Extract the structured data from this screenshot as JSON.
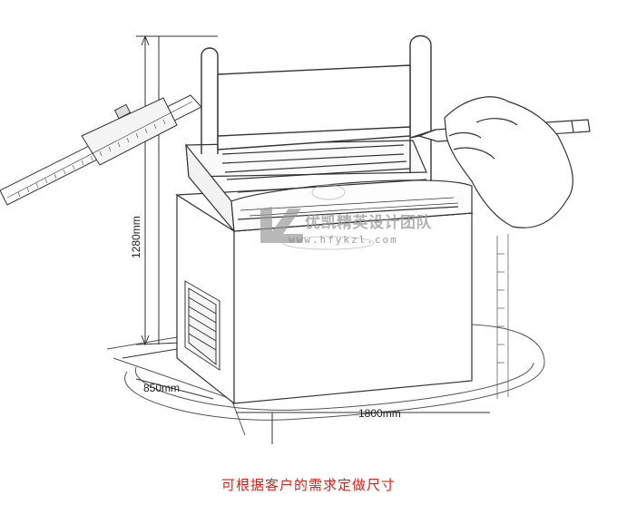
{
  "dimensions": {
    "height_label": "1280mm",
    "depth_label": "850mm",
    "width_label": "1800mm"
  },
  "watermark": {
    "name": "优凯精英设计团队",
    "url": "www.hfykzl.com"
  },
  "caption": "可根据客户的需求定做尺寸",
  "colors": {
    "caption": "#e0201a",
    "line": "#333333"
  }
}
